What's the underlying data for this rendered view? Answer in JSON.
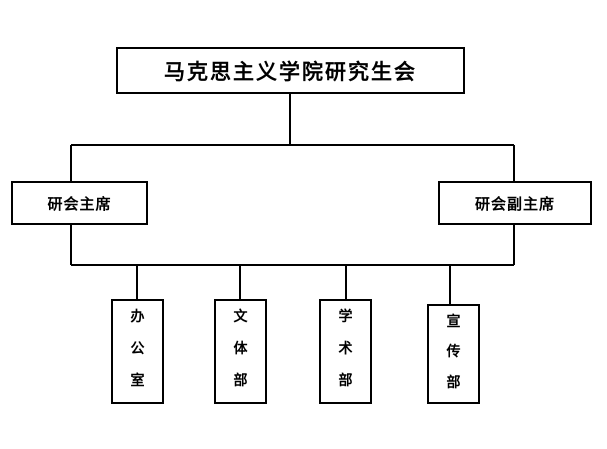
{
  "root": {
    "label": "马克思主义学院研究生会"
  },
  "chair": {
    "label": "研会主席"
  },
  "vice_chair": {
    "label": "研会副主席"
  },
  "departments": [
    {
      "label": "办公室",
      "chars": [
        "办",
        "公",
        "室"
      ]
    },
    {
      "label": "文体部",
      "chars": [
        "文",
        "体",
        "部"
      ]
    },
    {
      "label": "学术部",
      "chars": [
        "学",
        "术",
        "部"
      ]
    },
    {
      "label": "宣传部",
      "chars": [
        "宣",
        "传",
        "部"
      ]
    }
  ],
  "colors": {
    "line": "#000000",
    "box_border": "#000000",
    "background": "#ffffff"
  }
}
